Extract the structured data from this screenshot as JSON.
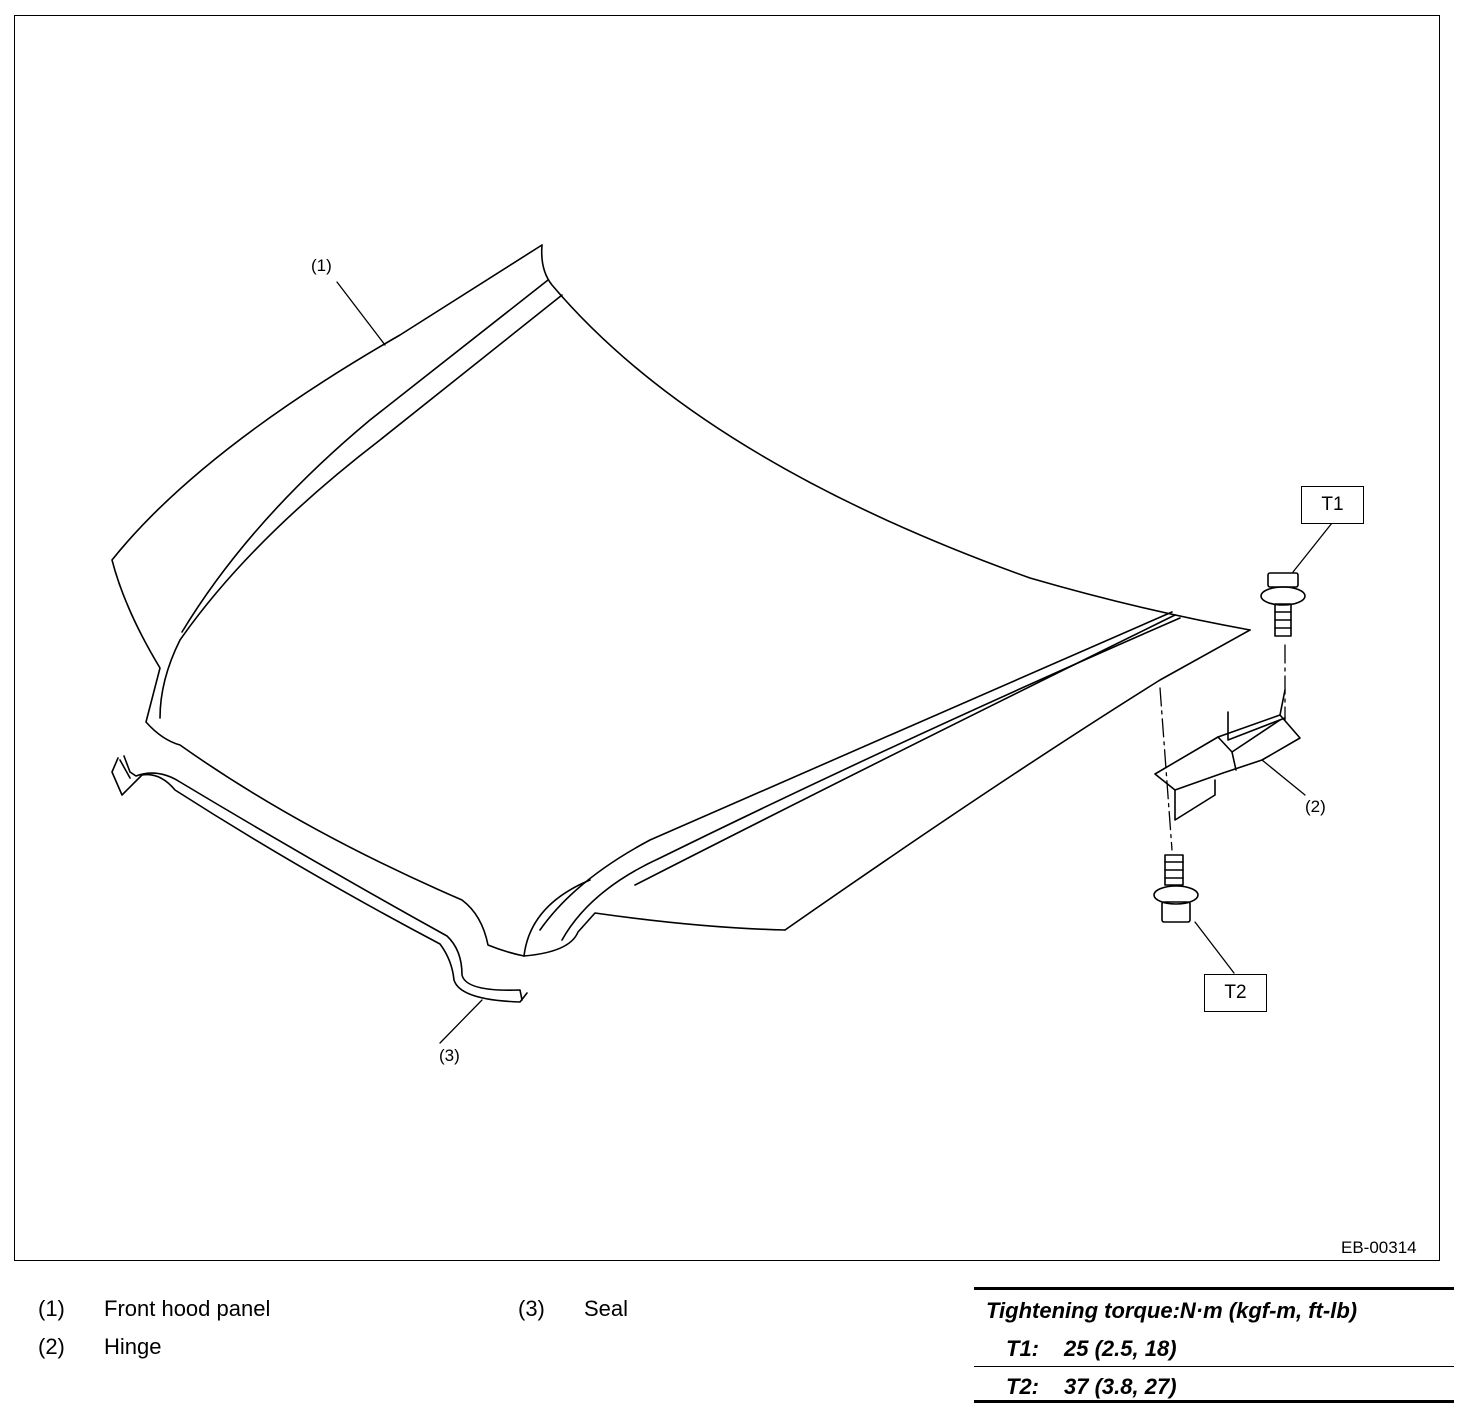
{
  "figure": {
    "callouts": {
      "c1": "(1)",
      "c2": "(2)",
      "c3": "(3)"
    },
    "torque_labels": {
      "t1": "T1",
      "t2": "T2"
    },
    "figure_id": "EB-00314"
  },
  "legend": [
    {
      "num": "(1)",
      "label": "Front hood panel"
    },
    {
      "num": "(2)",
      "label": "Hinge"
    },
    {
      "num": "(3)",
      "label": "Seal"
    }
  ],
  "torque_table": {
    "header": "Tightening torque:N·m (kgf-m, ft-lb)",
    "rows": [
      {
        "key": "T1:",
        "value": "25 (2.5, 18)"
      },
      {
        "key": "T2:",
        "value": "37 (3.8, 27)"
      }
    ]
  }
}
